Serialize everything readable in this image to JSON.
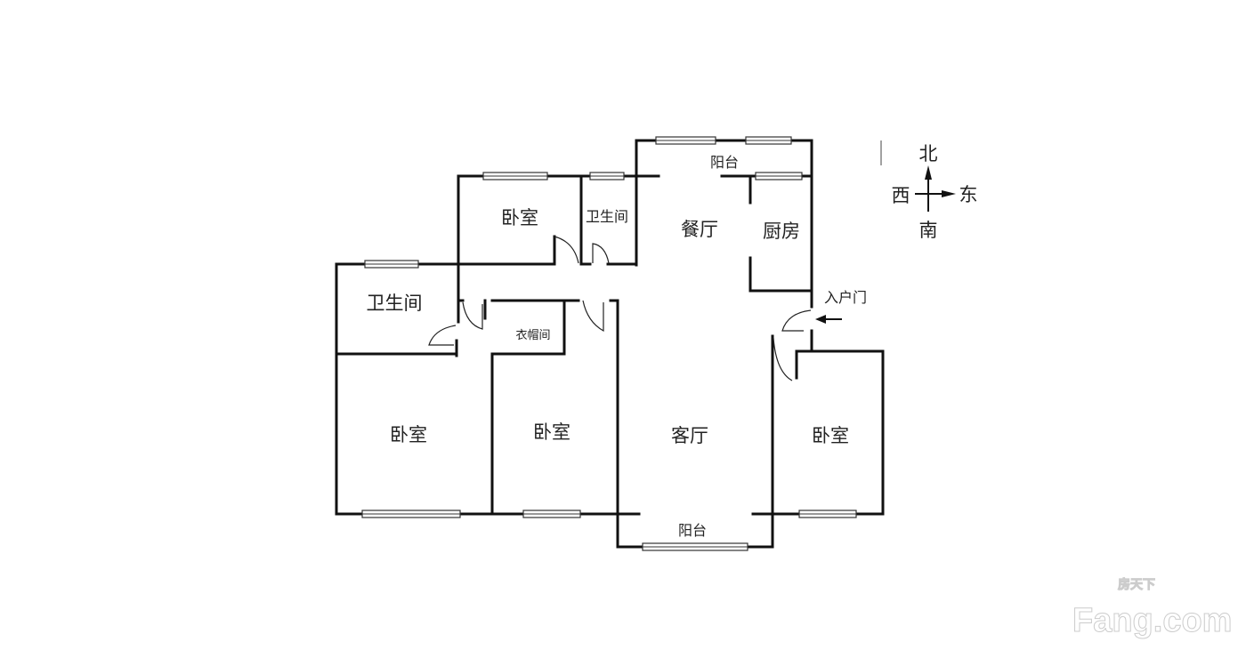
{
  "rooms": {
    "balcony_north": "阳台",
    "dining": "餐厅",
    "kitchen": "厨房",
    "bedroom_north": "卧室",
    "bathroom_north": "卫生间",
    "bathroom_west": "卫生间",
    "closet": "衣帽间",
    "bedroom_west": "卧室",
    "bedroom_middle": "卧室",
    "living": "客厅",
    "bedroom_east": "卧室",
    "balcony_south": "阳台",
    "entrance": "入户门"
  },
  "compass": {
    "north": "北",
    "south": "南",
    "east": "东",
    "west": "西"
  },
  "watermark": {
    "brand_cn": "房天下",
    "brand": "Fang.com"
  }
}
